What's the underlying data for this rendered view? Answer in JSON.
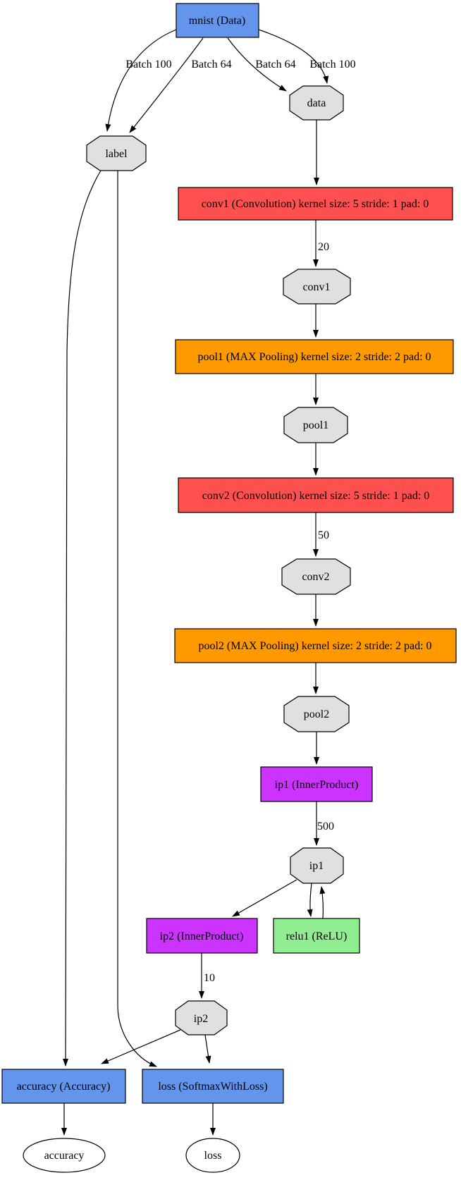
{
  "graph": {
    "kind": "neural-network-layer-graph",
    "background": "#ffffff",
    "edge_color": "#000000",
    "colors": {
      "data_layer": "#6495ED",
      "convolution_layer": "#FF5050",
      "pooling_layer": "#FF9900",
      "inner_product_layer": "#CC33FF",
      "relu_layer": "#90EE90",
      "blob": "#E0E0E0",
      "output_blob": "#FFFFFF"
    },
    "nodes": {
      "mnist": {
        "label": "mnist (Data)",
        "shape": "box",
        "fill": "#6495ED"
      },
      "data_blob": {
        "label": "data",
        "shape": "octagon",
        "fill": "#E0E0E0"
      },
      "label_blob": {
        "label": "label",
        "shape": "octagon",
        "fill": "#E0E0E0"
      },
      "conv1_layer": {
        "label": "conv1 (Convolution) kernel size: 5 stride: 1 pad: 0",
        "shape": "box",
        "fill": "#FF5050"
      },
      "conv1_blob": {
        "label": "conv1",
        "shape": "octagon",
        "fill": "#E0E0E0"
      },
      "pool1_layer": {
        "label": "pool1 (MAX Pooling) kernel size: 2 stride: 2 pad: 0",
        "shape": "box",
        "fill": "#FF9900"
      },
      "pool1_blob": {
        "label": "pool1",
        "shape": "octagon",
        "fill": "#E0E0E0"
      },
      "conv2_layer": {
        "label": "conv2 (Convolution) kernel size: 5 stride: 1 pad: 0",
        "shape": "box",
        "fill": "#FF5050"
      },
      "conv2_blob": {
        "label": "conv2",
        "shape": "octagon",
        "fill": "#E0E0E0"
      },
      "pool2_layer": {
        "label": "pool2 (MAX Pooling) kernel size: 2 stride: 2 pad: 0",
        "shape": "box",
        "fill": "#FF9900"
      },
      "pool2_blob": {
        "label": "pool2",
        "shape": "octagon",
        "fill": "#E0E0E0"
      },
      "ip1_layer": {
        "label": "ip1 (InnerProduct)",
        "shape": "box",
        "fill": "#CC33FF"
      },
      "ip1_blob": {
        "label": "ip1",
        "shape": "octagon",
        "fill": "#E0E0E0"
      },
      "ip2_layer": {
        "label": "ip2 (InnerProduct)",
        "shape": "box",
        "fill": "#CC33FF"
      },
      "relu1_layer": {
        "label": "relu1 (ReLU)",
        "shape": "box",
        "fill": "#90EE90"
      },
      "ip2_blob": {
        "label": "ip2",
        "shape": "octagon",
        "fill": "#E0E0E0"
      },
      "accuracy_layer": {
        "label": "accuracy (Accuracy)",
        "shape": "box",
        "fill": "#6495ED"
      },
      "loss_layer": {
        "label": "loss (SoftmaxWithLoss)",
        "shape": "box",
        "fill": "#6495ED"
      },
      "accuracy_blob": {
        "label": "accuracy",
        "shape": "ellipse",
        "fill": "#FFFFFF"
      },
      "loss_blob": {
        "label": "loss",
        "shape": "ellipse",
        "fill": "#FFFFFF"
      }
    },
    "edges": [
      {
        "from": "mnist",
        "to": "label_blob",
        "label": "Batch 100"
      },
      {
        "from": "mnist",
        "to": "label_blob",
        "label": "Batch 64"
      },
      {
        "from": "mnist",
        "to": "data_blob",
        "label": "Batch 64"
      },
      {
        "from": "mnist",
        "to": "data_blob",
        "label": "Batch 100"
      },
      {
        "from": "data_blob",
        "to": "conv1_layer",
        "label": ""
      },
      {
        "from": "conv1_layer",
        "to": "conv1_blob",
        "label": "20"
      },
      {
        "from": "conv1_blob",
        "to": "pool1_layer",
        "label": ""
      },
      {
        "from": "pool1_layer",
        "to": "pool1_blob",
        "label": ""
      },
      {
        "from": "pool1_blob",
        "to": "conv2_layer",
        "label": ""
      },
      {
        "from": "conv2_layer",
        "to": "conv2_blob",
        "label": "50"
      },
      {
        "from": "conv2_blob",
        "to": "pool2_layer",
        "label": ""
      },
      {
        "from": "pool2_layer",
        "to": "pool2_blob",
        "label": ""
      },
      {
        "from": "pool2_blob",
        "to": "ip1_layer",
        "label": ""
      },
      {
        "from": "ip1_layer",
        "to": "ip1_blob",
        "label": "500"
      },
      {
        "from": "ip1_blob",
        "to": "ip2_layer",
        "label": ""
      },
      {
        "from": "ip1_blob",
        "to": "relu1_layer",
        "label": ""
      },
      {
        "from": "relu1_layer",
        "to": "ip1_blob",
        "label": ""
      },
      {
        "from": "ip2_layer",
        "to": "ip2_blob",
        "label": "10"
      },
      {
        "from": "label_blob",
        "to": "accuracy_layer",
        "label": ""
      },
      {
        "from": "label_blob",
        "to": "loss_layer",
        "label": ""
      },
      {
        "from": "ip2_blob",
        "to": "accuracy_layer",
        "label": ""
      },
      {
        "from": "ip2_blob",
        "to": "loss_layer",
        "label": ""
      },
      {
        "from": "accuracy_layer",
        "to": "accuracy_blob",
        "label": ""
      },
      {
        "from": "loss_layer",
        "to": "loss_blob",
        "label": ""
      }
    ]
  }
}
